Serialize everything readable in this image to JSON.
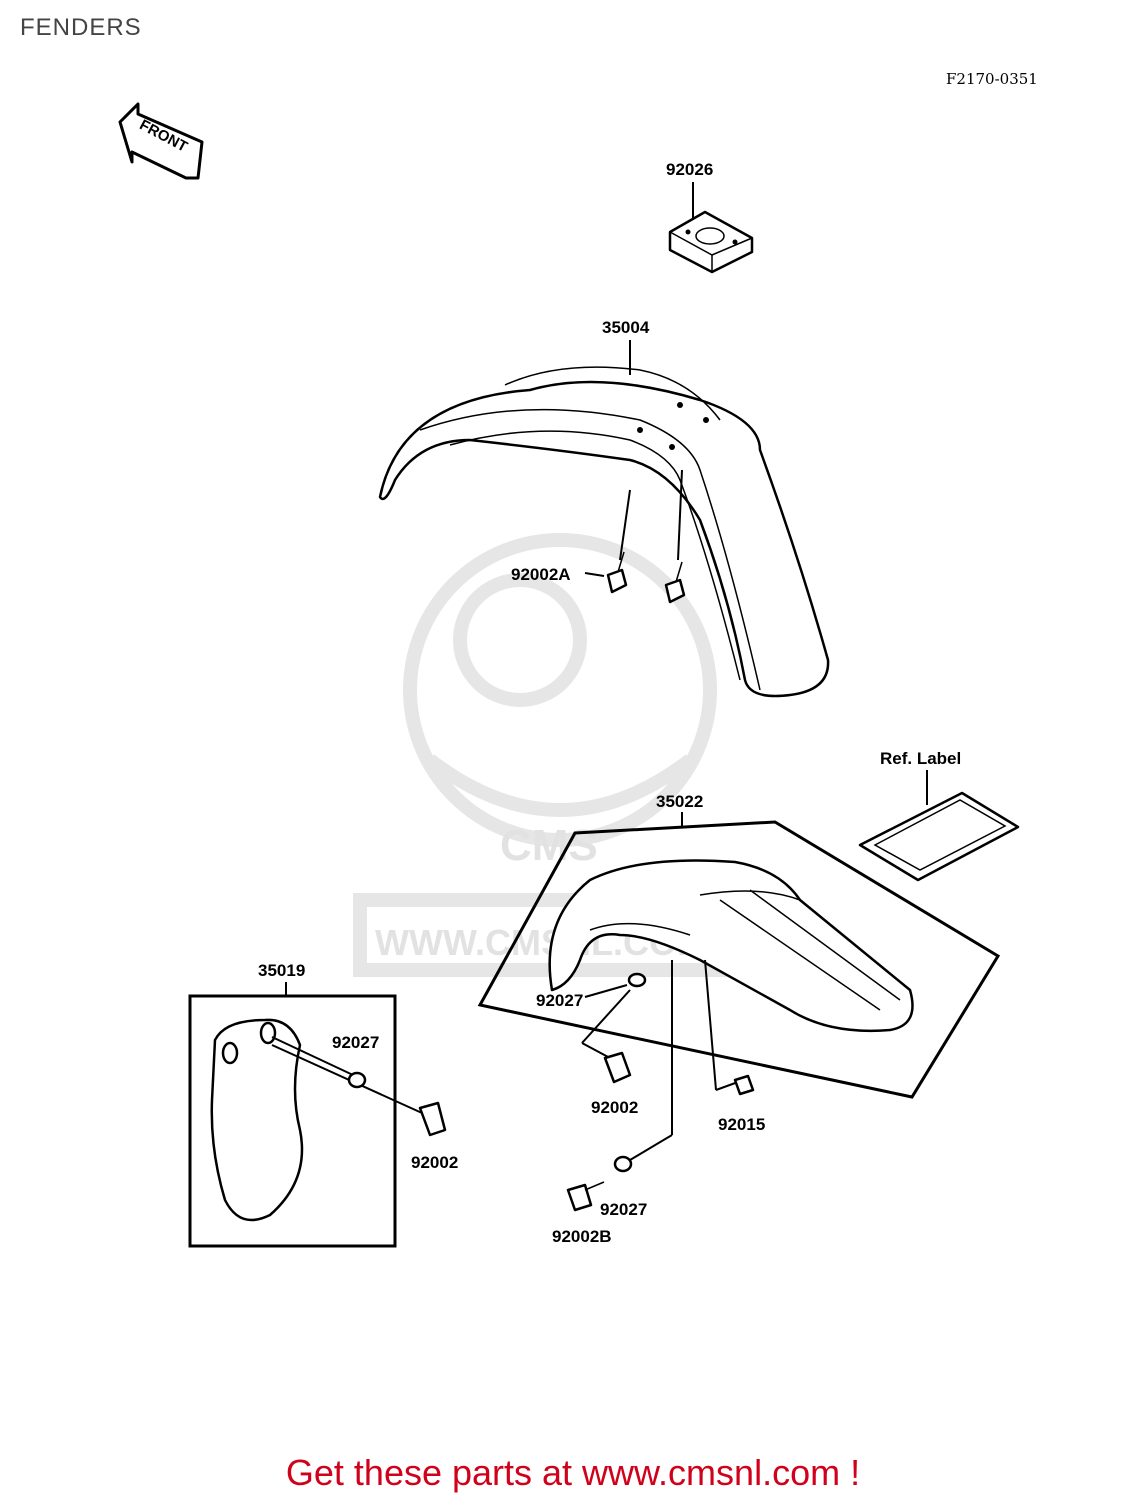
{
  "page_title": "FENDERS",
  "figure_code": "F2170-0351",
  "front_arrow_label": "FRONT",
  "watermark": {
    "brand": "CMS",
    "url": "WWW.CMSNL.COM"
  },
  "callouts": {
    "p92026": "92026",
    "p35004": "35004",
    "p92002A": "92002A",
    "p35022": "35022",
    "ref_label": "Ref. Label",
    "p35019": "35019",
    "p92027_a": "92027",
    "p92027_b": "92027",
    "p92027_c": "92027",
    "p92002_a": "92002",
    "p92002_b": "92002",
    "p92015": "92015",
    "p92002B": "92002B"
  },
  "footer_text": "Get these parts at www.cmsnl.com !"
}
